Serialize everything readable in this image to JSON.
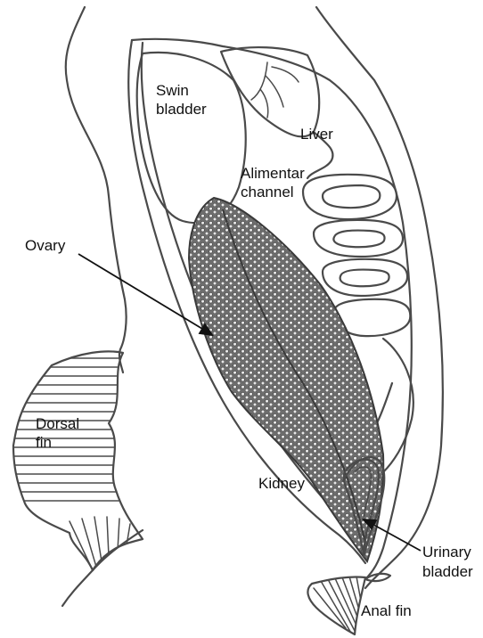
{
  "labels": {
    "swim_bladder_line1": "Swin",
    "swim_bladder_line2": "bladder",
    "liver": "Liver",
    "alimentary_line1": "Alimentar",
    "alimentary_line2": "channel",
    "ovary": "Ovary",
    "dorsal_fin_line1": "Dorsal",
    "dorsal_fin_line2": "fin",
    "kidney": "Kidney",
    "urinary_bladder_line1": "Urinary",
    "urinary_bladder_line2": "bladder",
    "anal_fin": "Anal fin"
  },
  "colors": {
    "line": "#4a4a4a",
    "ovary_fill": "#6e6e6e",
    "background": "#ffffff"
  }
}
